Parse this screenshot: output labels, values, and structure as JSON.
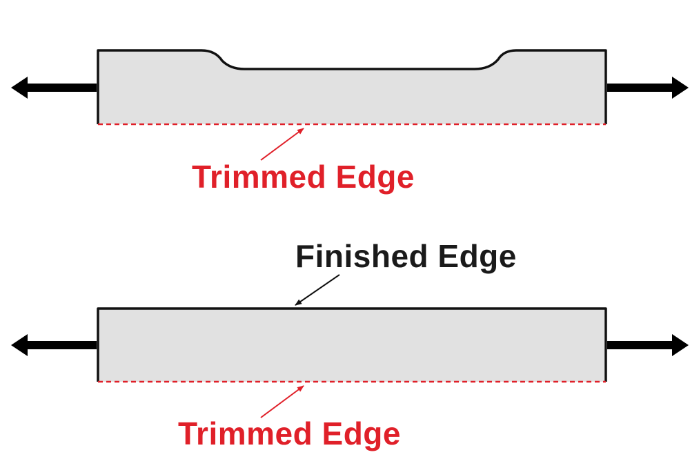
{
  "labels": {
    "top_trimmed": "Trimmed Edge",
    "finished": "Finished Edge",
    "bottom_trimmed": "Trimmed Edge"
  },
  "colors": {
    "specimen_fill": "#e1e1e1",
    "outline": "#111111",
    "trimmed_accent": "#e02029",
    "finished_text": "#1a1a1a",
    "arrow": "#000000"
  }
}
